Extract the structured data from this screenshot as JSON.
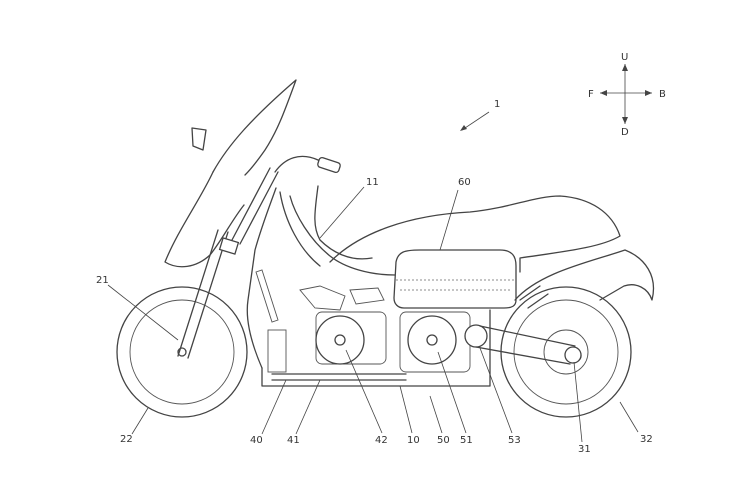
{
  "figure": {
    "main_ref": "1",
    "directions": {
      "up": "U",
      "down": "D",
      "front": "F",
      "back": "B"
    },
    "labels": {
      "l11": "11",
      "l60": "60",
      "l21": "21",
      "l22": "22",
      "l40": "40",
      "l41": "41",
      "l42": "42",
      "l10": "10",
      "l50": "50",
      "l51": "51",
      "l53": "53",
      "l31": "31",
      "l32": "32"
    }
  }
}
